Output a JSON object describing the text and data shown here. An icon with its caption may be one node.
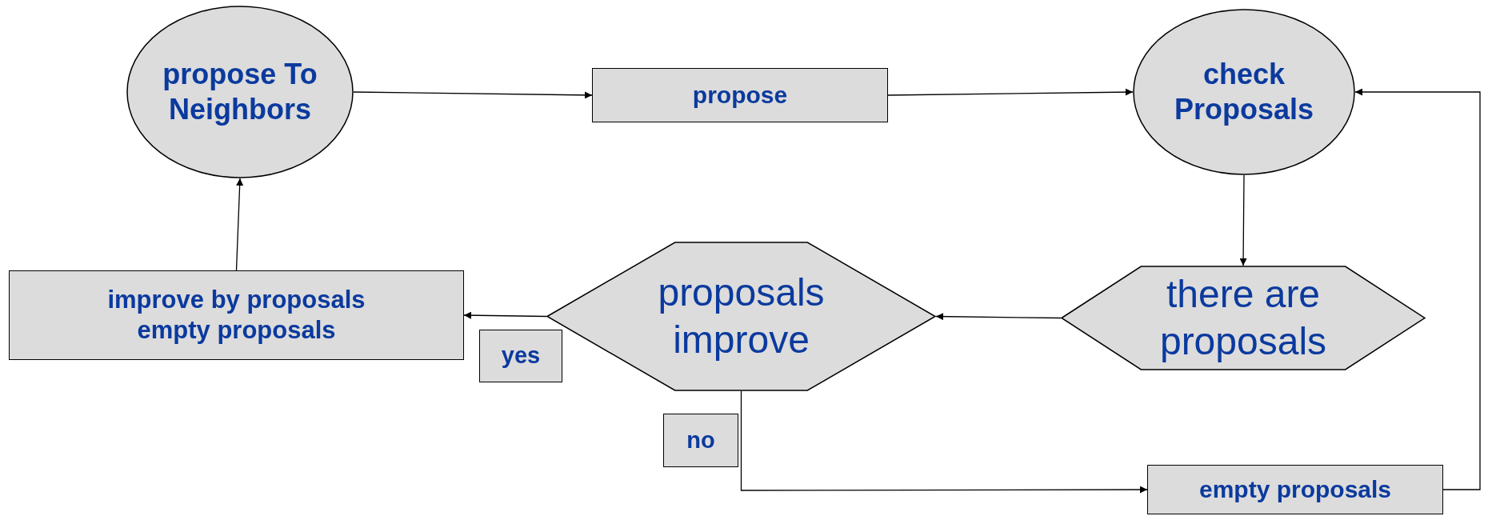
{
  "diagram": {
    "nodes": [
      {
        "text": [
          "propose To Neighbors"
        ]
      },
      {
        "text": [
          "propose"
        ]
      },
      {
        "text": [
          "check Proposals"
        ]
      },
      {
        "text": [
          "improve by proposals empty proposals"
        ]
      },
      {
        "text": [
          "proposals improve"
        ]
      },
      {
        "text": [
          "there are proposals"
        ]
      },
      {
        "text": [
          "yes"
        ]
      },
      {
        "text": [
          "no"
        ]
      },
      {
        "text": [
          "empty proposals"
        ]
      }
    ],
    "edges": [
      {
        "from": 0,
        "to": 1,
        "arrow": "to"
      },
      {
        "from": 1,
        "to": 2,
        "arrow": "to"
      },
      {
        "from": 2,
        "to": 5,
        "arrow": "to"
      },
      {
        "from": 5,
        "to": 4,
        "arrow": "to"
      },
      {
        "from": 4,
        "to": 3,
        "arrow": "to"
      },
      {
        "from": 3,
        "to": 0,
        "arrow": "to"
      },
      {
        "from": 4,
        "to": 8,
        "arrow": "to"
      },
      {
        "from": 8,
        "to": 2,
        "arrow": "to"
      }
    ]
  }
}
